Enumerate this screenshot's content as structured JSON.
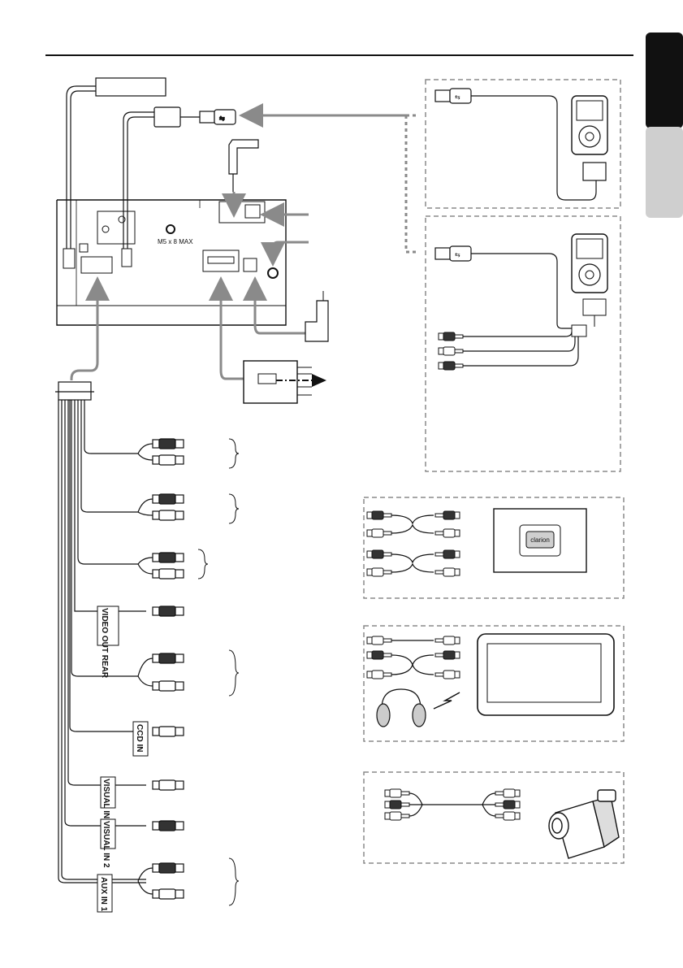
{
  "unit_labels": {
    "screw_spec": "M5 x 8   MAX"
  },
  "harness_labels": {
    "video_out_rear": "VIDEO OUT REAR",
    "ccd_in": "CCD IN",
    "visual_in_1": "VISUAL IN 1",
    "visual_in_2": "VISUAL IN 2",
    "aux_in_1": "AUX IN 1"
  },
  "device_labels": {
    "amplifier_logo": "clarion"
  },
  "colors": {
    "line": "#111111",
    "arrow": "#8a8a8a",
    "dash_border": "#8a8a8a",
    "side_tab_dark": "#111111",
    "side_tab_light": "#cfcfcf"
  }
}
